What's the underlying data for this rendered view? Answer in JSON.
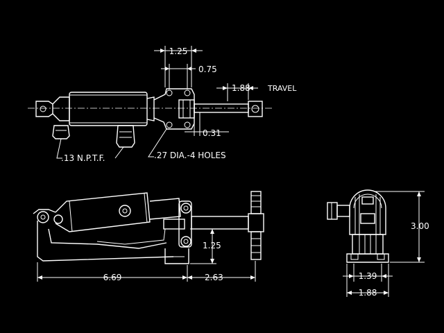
{
  "colors": {
    "background": "#000000",
    "line": "#ffffff"
  },
  "top_view": {
    "dim_width_1": "1.25",
    "dim_width_2": "0.75",
    "dim_travel_value": "1.88",
    "travel_label": "TRAVEL",
    "dim_offset": "0.31",
    "port_note": ".13 N.P.T.F.",
    "hole_note": ".27 DIA.-4 HOLES"
  },
  "side_view": {
    "dim_height": "1.25",
    "dim_length": "6.69",
    "dim_reach": "2.63"
  },
  "end_view": {
    "dim_height": "3.00",
    "dim_inner_width": "1.39",
    "dim_outer_width": "1.88"
  }
}
